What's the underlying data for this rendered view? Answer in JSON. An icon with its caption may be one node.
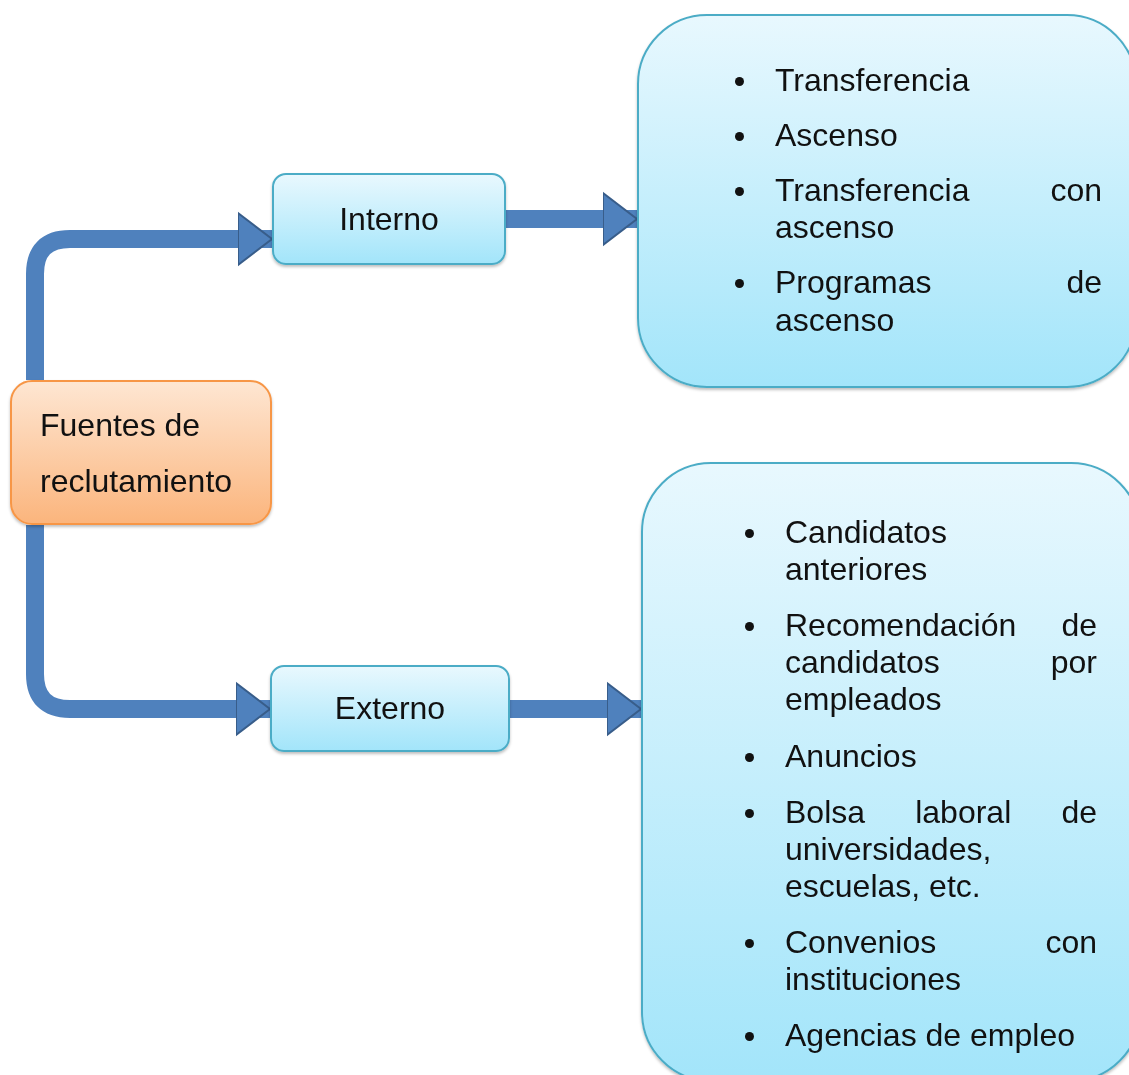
{
  "diagram": {
    "nodes": [
      {
        "text": [
          "Fuentes de reclutamiento"
        ]
      },
      {
        "text": [
          "Interno"
        ]
      },
      {
        "text": [
          "Transferencia",
          "Ascenso",
          "Transferencia con ascenso",
          "Programas de ascenso"
        ]
      },
      {
        "text": [
          "Externo"
        ]
      },
      {
        "text": [
          "Candidatos anteriores",
          "Recomendación de candidatos por empleados",
          "Anuncios",
          "Bolsa laboral de universidades, escuelas, etc.",
          "Convenios con instituciones",
          "Agencias de empleo"
        ]
      }
    ],
    "edges": [
      {
        "from": 0,
        "to": 1,
        "arrow": "to"
      },
      {
        "from": 1,
        "to": 2,
        "arrow": "to"
      },
      {
        "from": 0,
        "to": 3,
        "arrow": "to"
      },
      {
        "from": 3,
        "to": 4,
        "arrow": "to"
      }
    ]
  }
}
